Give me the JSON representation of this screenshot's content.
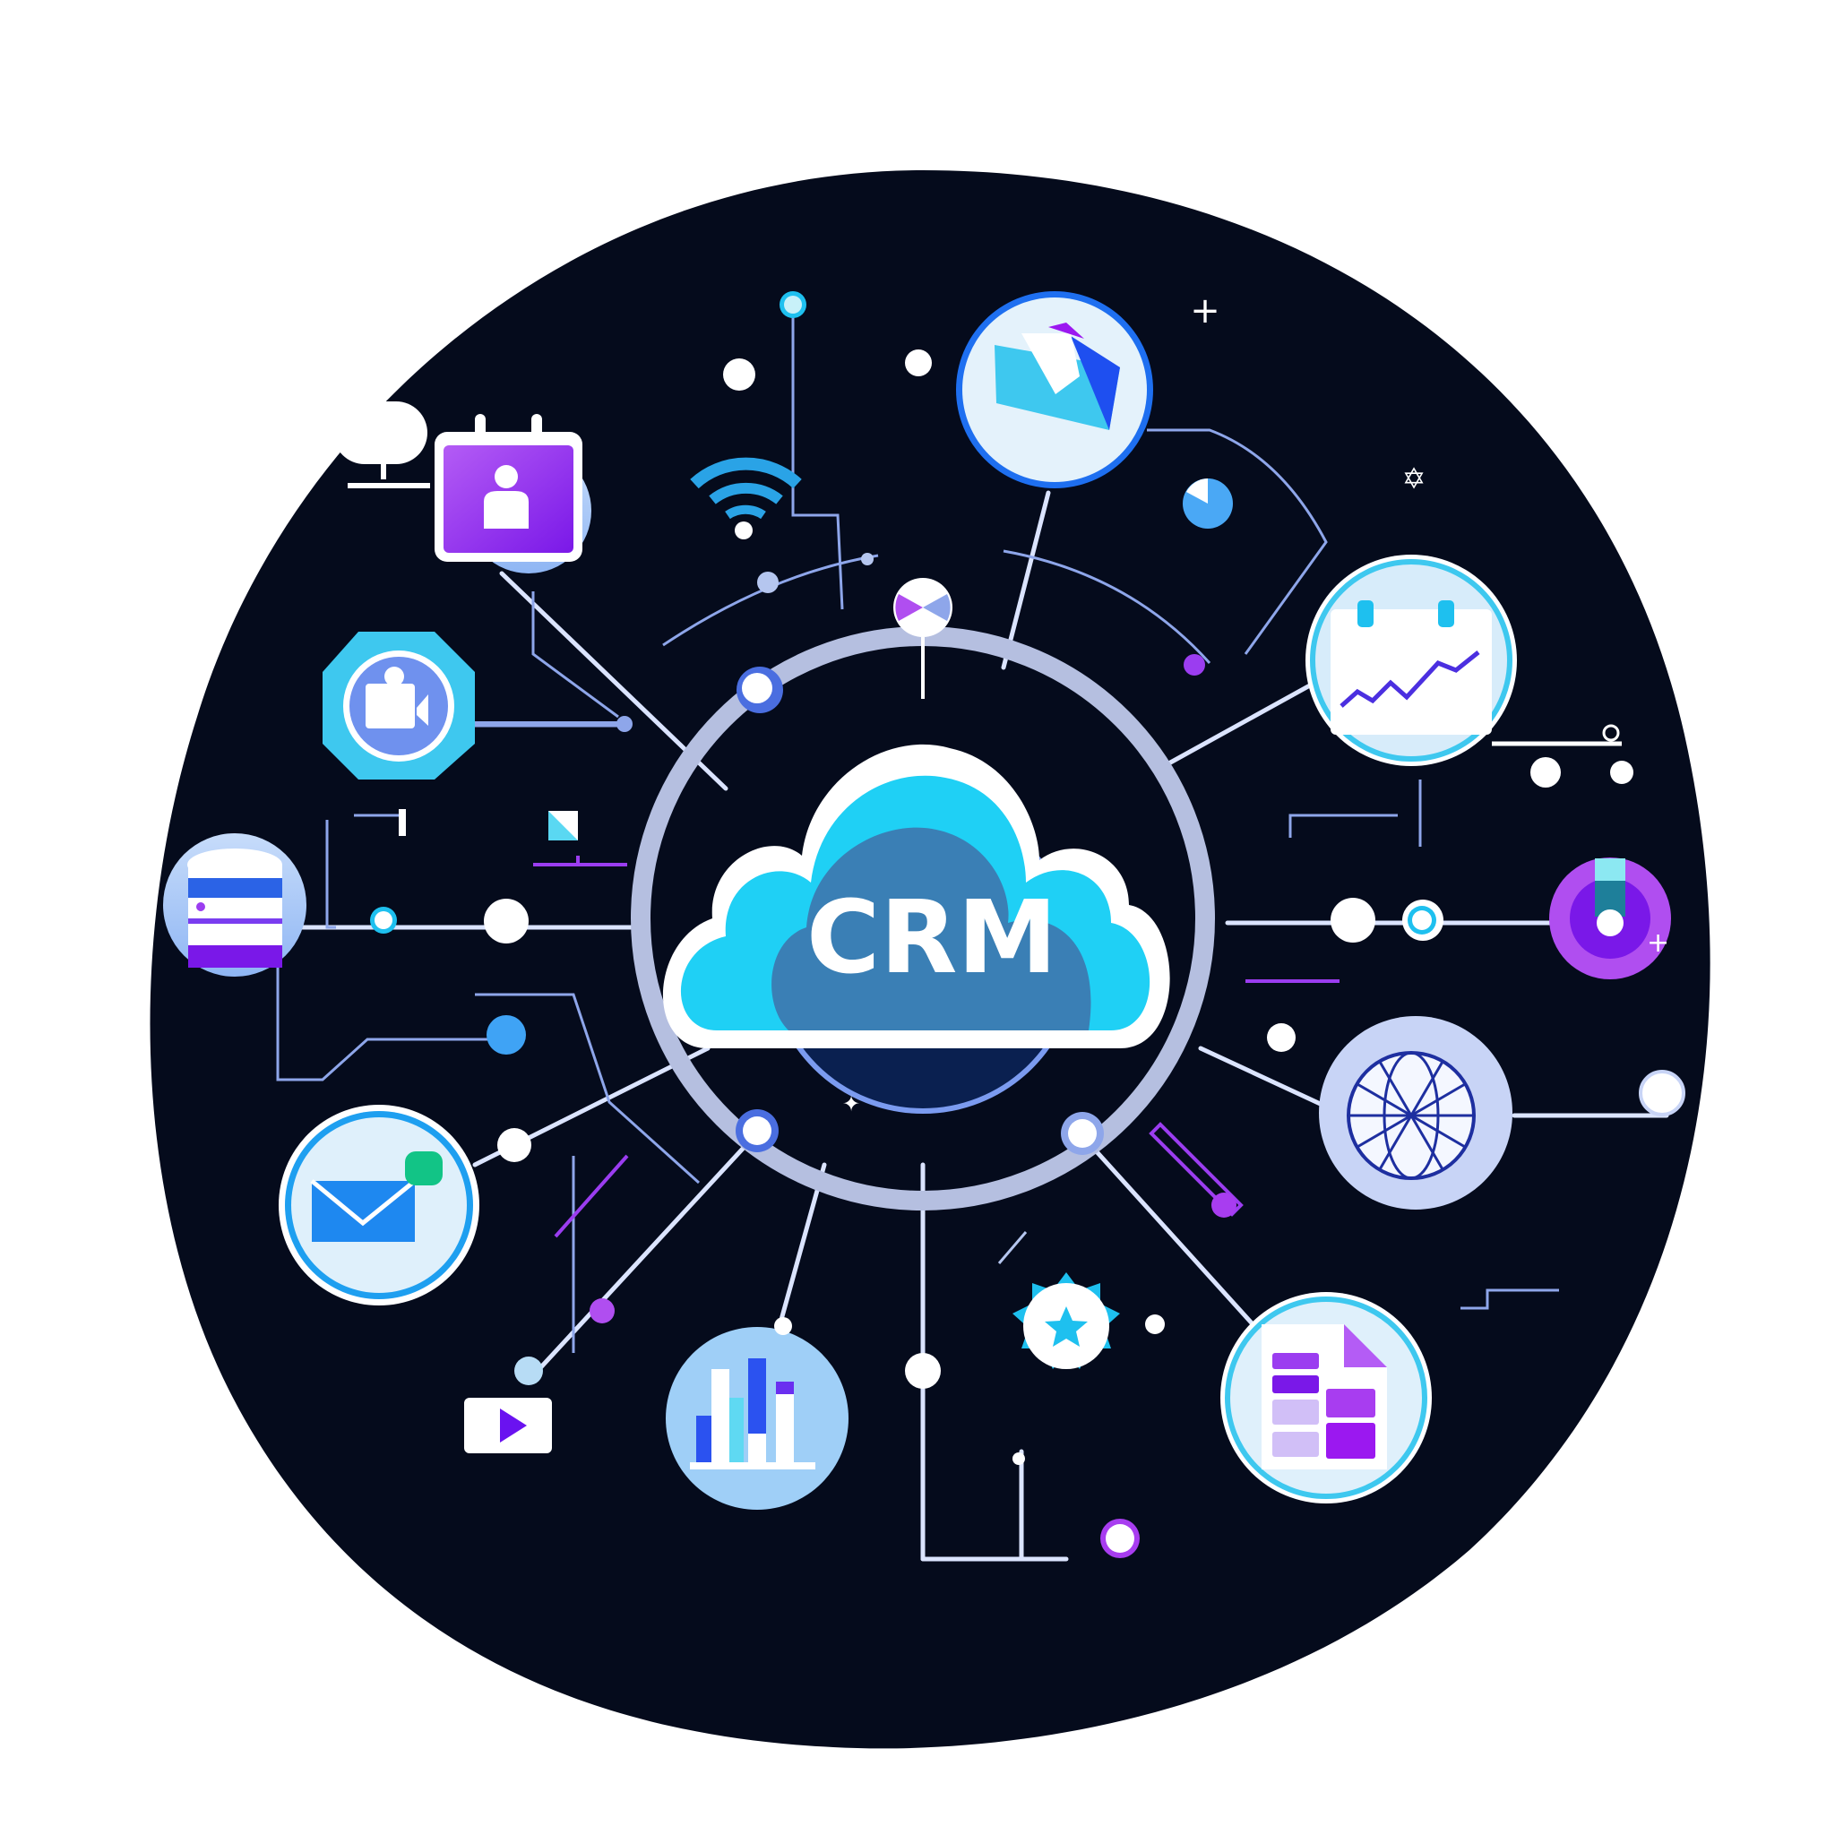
{
  "diagram": {
    "title": "CRM",
    "center": {
      "label": "CRM",
      "icon": "cloud-icon",
      "colors": {
        "outline": "#ffffff",
        "outer": "#1fd0f5",
        "mid": "#12b4f0",
        "inner": "#3a7fb5",
        "text": "#ffffff"
      }
    },
    "background": {
      "disc": "#050b1c",
      "page": "#ffffff"
    },
    "ring": {
      "color": "#b5bfe0"
    },
    "nodes": [
      {
        "id": "contact-calendar",
        "icon": "contact-calendar-icon",
        "accent": "#9b3df0"
      },
      {
        "id": "video-call",
        "icon": "video-camera-icon",
        "accent": "#5e8cf0"
      },
      {
        "id": "database",
        "icon": "database-icon",
        "accent": "#2b63e6"
      },
      {
        "id": "email-chat",
        "icon": "email-chat-icon",
        "accent": "#1e88f0"
      },
      {
        "id": "video-play",
        "icon": "play-icon",
        "accent": "#6a12f0"
      },
      {
        "id": "bar-chart",
        "icon": "bar-chart-icon",
        "accent": "#2b52f0"
      },
      {
        "id": "star-badge",
        "icon": "star-badge-icon",
        "accent": "#1ec0ef"
      },
      {
        "id": "document-report",
        "icon": "document-icon",
        "accent": "#9b3df0"
      },
      {
        "id": "globe-network",
        "icon": "globe-icon",
        "accent": "#1e2fa0"
      },
      {
        "id": "donut-analytics",
        "icon": "donut-chart-icon",
        "accent": "#a83df0"
      },
      {
        "id": "calendar-trend",
        "icon": "calendar-trend-icon",
        "accent": "#1ec0ef"
      },
      {
        "id": "email-open",
        "icon": "open-envelope-icon",
        "accent": "#1e6ff0"
      },
      {
        "id": "wifi",
        "icon": "wifi-icon",
        "accent": "#2aa3e6"
      },
      {
        "id": "pie-chart-small",
        "icon": "pie-chart-icon",
        "accent": "#4aa8f5"
      },
      {
        "id": "chat-bubble",
        "icon": "chat-bubble-icon",
        "accent": "#ffffff"
      }
    ],
    "decorations": [
      {
        "id": "plus-sign",
        "icon": "plus-icon"
      },
      {
        "id": "hexagram-star",
        "icon": "six-point-star-icon"
      },
      {
        "id": "sparkle",
        "icon": "sparkle-icon"
      }
    ]
  }
}
